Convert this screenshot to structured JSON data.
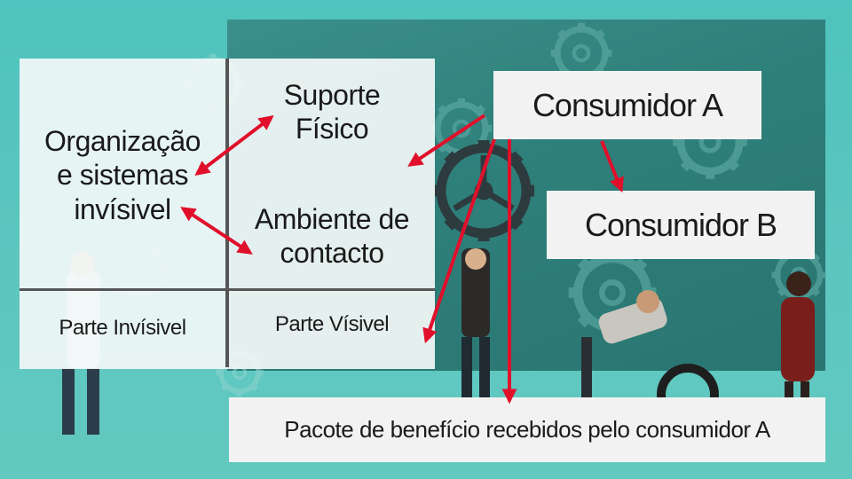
{
  "panel": {
    "organizacao_line1": "Organização",
    "organizacao_line2": "e sistemas",
    "organizacao_line3": "invísivel",
    "suporte_line1": "Suporte",
    "suporte_line2": "Físico",
    "ambiente_line1": "Ambiente de",
    "ambiente_line2": "contacto",
    "parte_invisivel": "Parte Invísivel",
    "parte_visivel": "Parte Vísivel"
  },
  "consumer_a": "Consumidor A",
  "consumer_b": "Consumidor B",
  "package_text": "Pacote de benefício recebidos pelo consumidor A",
  "colors": {
    "background": "#4fc3bd",
    "photo_bg": "#2e7f7a",
    "arrow": "#e0102b",
    "box": "#f2f2f2",
    "text": "#1a1a1a"
  }
}
